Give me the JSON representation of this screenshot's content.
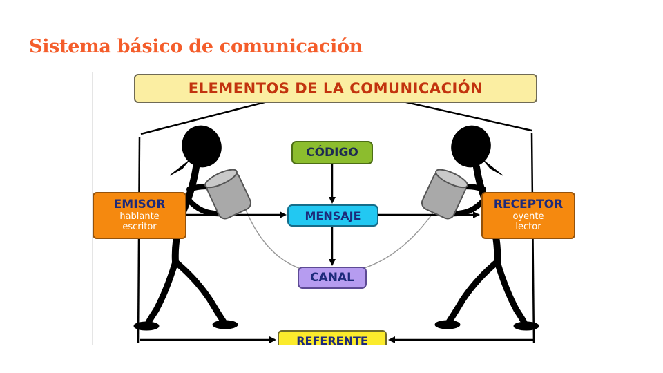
{
  "slide": {
    "title": "Sistema básico de comunicación"
  },
  "diagram": {
    "title": "ELEMENTOS DE LA COMUNICACIÓN",
    "emisor": {
      "label": "EMISOR",
      "line1": "hablante",
      "line2": "escritor"
    },
    "receptor": {
      "label": "RECEPTOR",
      "line1": "oyente",
      "line2": "lector"
    },
    "codigo": "CÓDIGO",
    "mensaje": "MENSAJE",
    "canal": "CANAL",
    "referente": "REFERENTE"
  },
  "colors": {
    "title": "#f45d2b",
    "title_box": "#fbeea2",
    "codigo": "#8cbd2e",
    "mensaje": "#22c8f2",
    "canal": "#b69cf0",
    "referente": "#fbeb2c",
    "side_boxes": "#f5890f",
    "figures": "#000000"
  }
}
